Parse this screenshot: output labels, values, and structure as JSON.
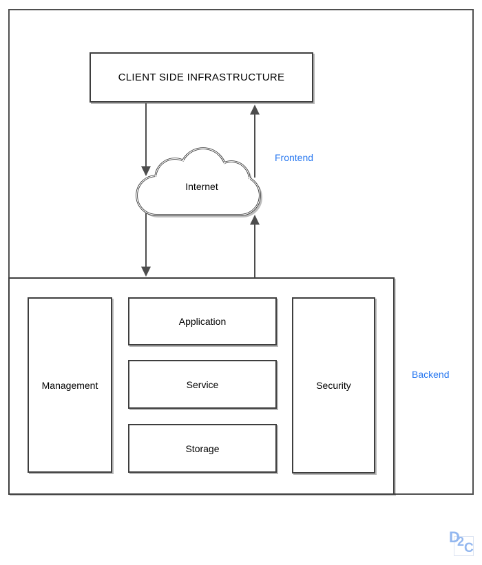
{
  "frontend": {
    "client_box_label": "CLIENT SIDE INFRASTRUCTURE",
    "cloud_label": "Internet",
    "label": "Frontend"
  },
  "backend": {
    "label": "Backend",
    "management_label": "Management",
    "middle_boxes": [
      {
        "label": "Application"
      },
      {
        "label": "Service"
      },
      {
        "label": "Storage"
      }
    ],
    "security_label": "Security"
  },
  "logo": {
    "letters": [
      "D",
      "2",
      "C"
    ]
  },
  "colors": {
    "box_border": "#3E3E3E",
    "arrow": "#4D4D4D",
    "accent_blue": "#2878F0",
    "logo_blue": "#93B7EF"
  }
}
